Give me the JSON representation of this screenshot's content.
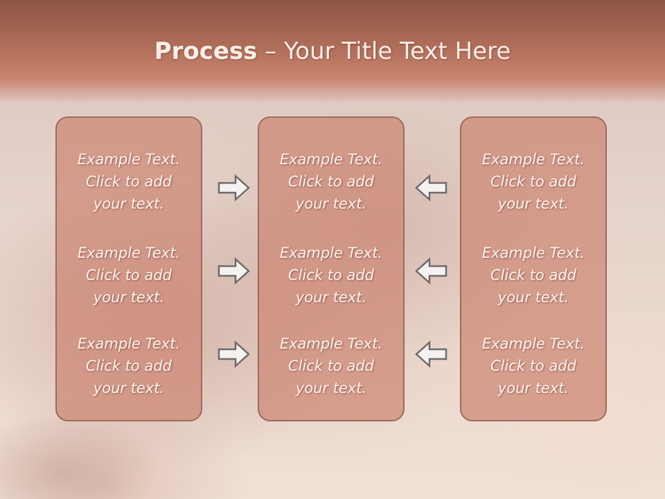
{
  "slide": {
    "title_bold": "Process",
    "title_rest": " – Your Title Text Here"
  },
  "columns": [
    {
      "items": [
        {
          "line1": "Example Text.",
          "line2": "Click  to add",
          "line3": "your text."
        },
        {
          "line1": "Example Text.",
          "line2": "Click  to add",
          "line3": "your text."
        },
        {
          "line1": "Example Text.",
          "line2": "Click  to add",
          "line3": "your text."
        }
      ]
    },
    {
      "items": [
        {
          "line1": "Example Text.",
          "line2": "Click  to add",
          "line3": "your text."
        },
        {
          "line1": "Example Text.",
          "line2": "Click  to add",
          "line3": "your text."
        },
        {
          "line1": "Example Text.",
          "line2": "Click  to add",
          "line3": "your text."
        }
      ]
    },
    {
      "items": [
        {
          "line1": "Example Text.",
          "line2": "Click  to add",
          "line3": "your text."
        },
        {
          "line1": "Example Text.",
          "line2": "Click  to add",
          "line3": "your text."
        },
        {
          "line1": "Example Text.",
          "line2": "Click  to add",
          "line3": "your text."
        }
      ]
    }
  ],
  "arrows": {
    "left_group": "arrow-right-icon",
    "right_group": "arrow-left-icon"
  },
  "colors": {
    "box_fill": "#cd8773",
    "box_border": "#9b6a5e",
    "title_band": "#b06e5a"
  }
}
